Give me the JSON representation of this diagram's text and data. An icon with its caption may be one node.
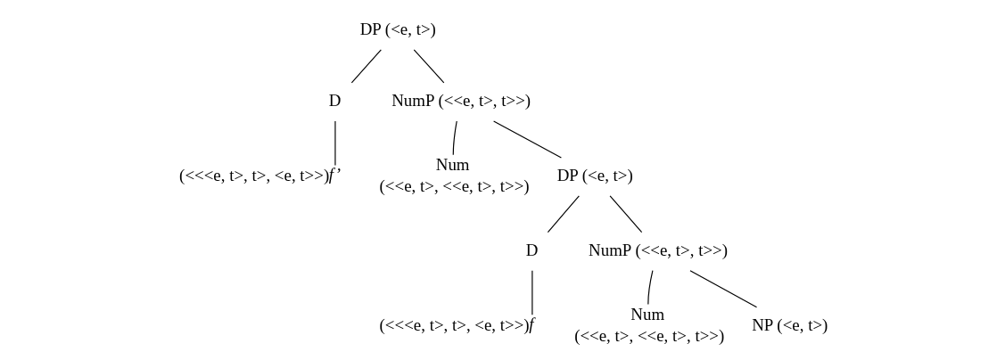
{
  "diagram": {
    "nodes": [
      {
        "text": [
          "DP (<e, t>)"
        ]
      },
      {
        "text": [
          "D"
        ]
      },
      {
        "text": [
          "NumP (<<e, t>, t>>)"
        ]
      },
      {
        "text": [
          "f’"
        ],
        "beside": [
          "(<<<e, t>, t>, <e, t>>)"
        ]
      },
      {
        "text": [
          "Num"
        ],
        "beside": [
          "(<<e, t>, <<e, t>, t>>)"
        ]
      },
      {
        "text": [
          "DP (<e, t>)"
        ]
      },
      {
        "text": [
          "D"
        ]
      },
      {
        "text": [
          "NumP (<<e, t>, t>>)"
        ]
      },
      {
        "text": [
          "f"
        ],
        "beside": [
          "(<<<e, t>, t>, <e, t>>)"
        ]
      },
      {
        "text": [
          "Num"
        ],
        "beside": [
          "(<<e, t>, <<e, t>, t>>)"
        ]
      },
      {
        "text": [
          "NP (<e, t>)"
        ]
      }
    ],
    "edges": [
      {
        "from": 0,
        "to": 1,
        "arrow": "none"
      },
      {
        "from": 0,
        "to": 2,
        "arrow": "none"
      },
      {
        "from": 1,
        "to": 3,
        "arrow": "none"
      },
      {
        "from": 2,
        "to": 4,
        "arrow": "none"
      },
      {
        "from": 2,
        "to": 5,
        "arrow": "none"
      },
      {
        "from": 5,
        "to": 6,
        "arrow": "none"
      },
      {
        "from": 5,
        "to": 7,
        "arrow": "none"
      },
      {
        "from": 6,
        "to": 8,
        "arrow": "none"
      },
      {
        "from": 7,
        "to": 9,
        "arrow": "none"
      },
      {
        "from": 7,
        "to": 10,
        "arrow": "none"
      }
    ]
  }
}
